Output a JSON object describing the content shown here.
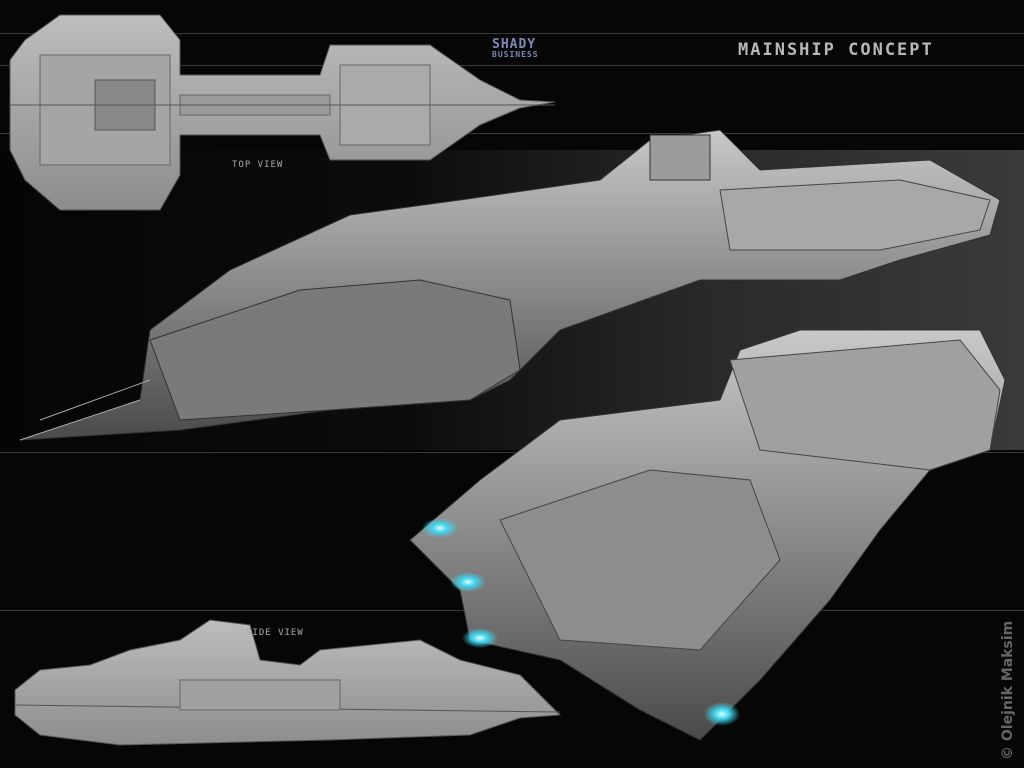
{
  "brand": {
    "line1": "SHADY",
    "line2": "BUSINESS"
  },
  "title": "MAINSHIP CONCEPT",
  "labels": {
    "top_view": "TOP VIEW",
    "side_view": "SIDE VIEW"
  },
  "credit": "© Olejnik Maksim",
  "colors": {
    "background": "#060606",
    "hull": "#9a9a9a",
    "engine_glow": "#3fd6f0",
    "brand": "#8088b8"
  }
}
